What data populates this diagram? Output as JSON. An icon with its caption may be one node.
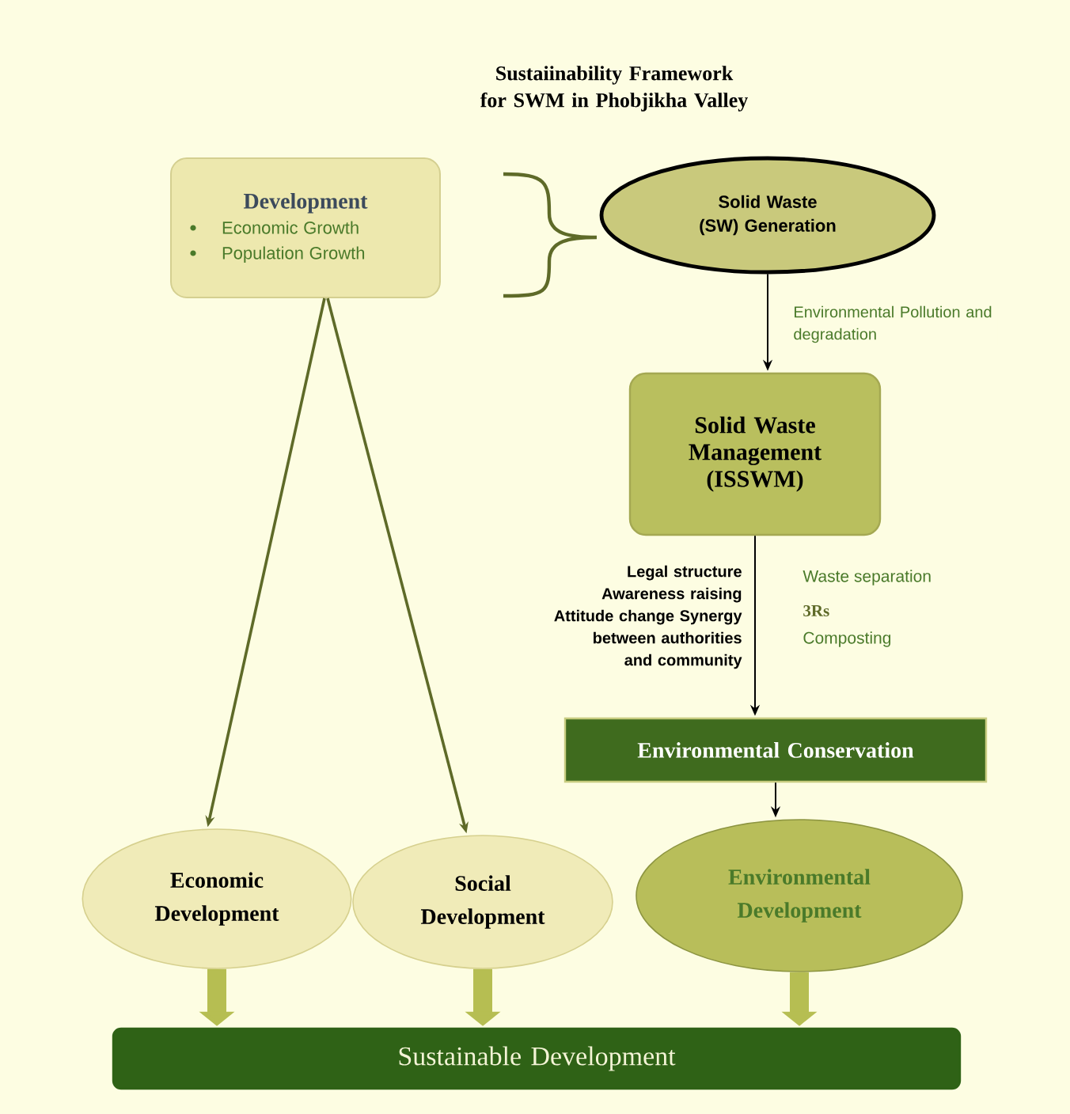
{
  "diagram": {
    "title": "Sustaiinability Framework for SWM in Phobjikha Valley",
    "nodes": [
      {
        "text": [
          "Development",
          "Economic Growth",
          "Population Growth"
        ]
      },
      {
        "text": [
          "Solid Waste (SW) Generation"
        ]
      },
      {
        "text": [
          "Solid Waste Management (ISSWM)"
        ]
      },
      {
        "text": [
          "Environmental Conservation"
        ]
      },
      {
        "text": [
          "Economic Development"
        ]
      },
      {
        "text": [
          "Social Development"
        ]
      },
      {
        "text": [
          "Environmental Development"
        ]
      },
      {
        "text": [
          "Sustainable Development"
        ]
      }
    ],
    "edges": [
      {
        "from": 1,
        "to": 2,
        "arrow": "to",
        "label": "Environmental Pollution and degradation"
      },
      {
        "from": 2,
        "to": 3,
        "arrow": "to",
        "label": "Legal structure Awareness raising Attitude change Synergy between authorities and community"
      },
      {
        "from": 3,
        "to": 6,
        "arrow": "to"
      },
      {
        "from": 0,
        "to": 4,
        "arrow": "to",
        "color": "#5e6a28"
      },
      {
        "from": 0,
        "to": 5,
        "arrow": "to",
        "color": "#5e6a28"
      },
      {
        "from": 4,
        "to": 7,
        "arrow": "to",
        "style": "thick",
        "color": "#b6be52"
      },
      {
        "from": 5,
        "to": 7,
        "arrow": "to",
        "style": "thick",
        "color": "#b6be52"
      },
      {
        "from": 6,
        "to": 7,
        "arrow": "to",
        "style": "thick",
        "color": "#b6be52"
      }
    ],
    "labels": [
      "Waste separation",
      "3Rs",
      "Composting"
    ]
  }
}
